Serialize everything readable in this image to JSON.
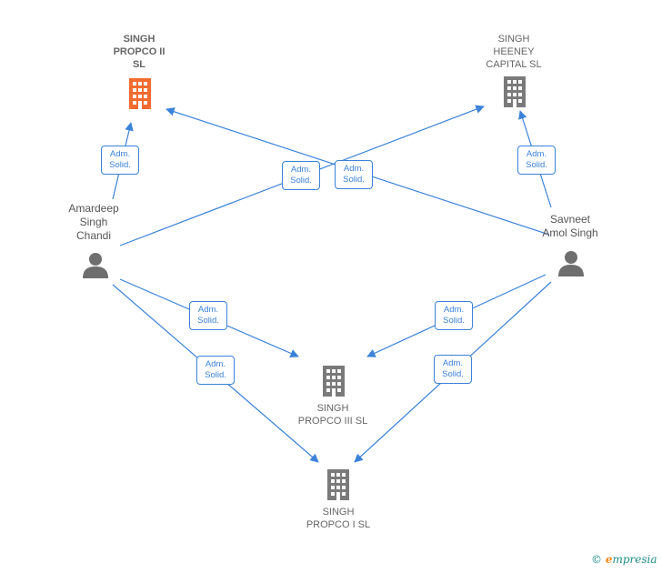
{
  "colors": {
    "edge": "#3b82d8",
    "building_main": "#f26b30",
    "building": "#7a7a7a",
    "person": "#6e6e6e"
  },
  "nodes": {
    "propco2": {
      "label": "SINGH\nPROPCO II\nSL",
      "icon": "building-icon"
    },
    "heeney": {
      "label": "SINGH\nHEENEY\nCAPITAL  SL",
      "icon": "building-icon"
    },
    "propco3": {
      "label": "SINGH\nPROPCO III  SL",
      "icon": "building-icon"
    },
    "propco1": {
      "label": "SINGH\nPROPCO I  SL",
      "icon": "building-icon"
    },
    "amardeep": {
      "label": "Amardeep\nSingh\nChandi",
      "icon": "person-icon"
    },
    "savneet": {
      "label": "Savneet\nAmol Singh",
      "icon": "person-icon"
    }
  },
  "edges": [
    {
      "from": "amardeep",
      "to": "propco2",
      "line1": "Adm.",
      "line2": "Solid."
    },
    {
      "from": "amardeep",
      "to": "heeney",
      "line1": "Adm.",
      "line2": "Solid."
    },
    {
      "from": "savneet",
      "to": "propco2",
      "line1": "Adm.",
      "line2": "Solid."
    },
    {
      "from": "savneet",
      "to": "heeney",
      "line1": "Adm.",
      "line2": "Solid."
    },
    {
      "from": "amardeep",
      "to": "propco3",
      "line1": "Adm.",
      "line2": "Solid."
    },
    {
      "from": "amardeep",
      "to": "propco1",
      "line1": "Adm.",
      "line2": "Solid."
    },
    {
      "from": "savneet",
      "to": "propco3",
      "line1": "Adm.",
      "line2": "Solid."
    },
    {
      "from": "savneet",
      "to": "propco1",
      "line1": "Adm.",
      "line2": "Solid."
    }
  ],
  "footer": {
    "copyright": "©",
    "brand_e": "e",
    "brand_rest": "mpresia"
  }
}
